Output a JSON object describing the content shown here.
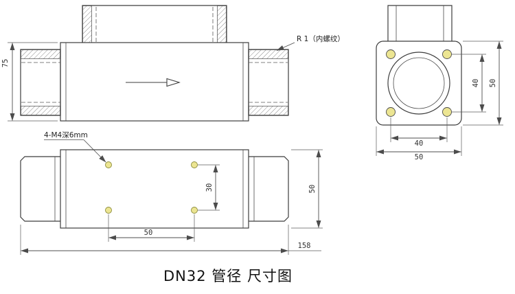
{
  "caption": "DN32 管径 尺寸图",
  "side_view": {
    "height_dim": "75",
    "thread_note": "R 1（内螺纹）"
  },
  "end_view": {
    "hole_pitch_vertical": "40",
    "overall_height": "50",
    "hole_pitch_horizontal": "40",
    "overall_width": "50"
  },
  "plan_view": {
    "hole_note": "4-M4深6mm",
    "hole_pitch_vertical": "30",
    "hole_pitch_horizontal": "50",
    "overall_length": "158",
    "overall_width": "50"
  },
  "colors": {
    "line": "#3c3c3c",
    "dim_line": "#4c4c4c",
    "hole_fill": "#ece592",
    "hole_stroke": "#8b8b3a",
    "background": "#ffffff"
  }
}
